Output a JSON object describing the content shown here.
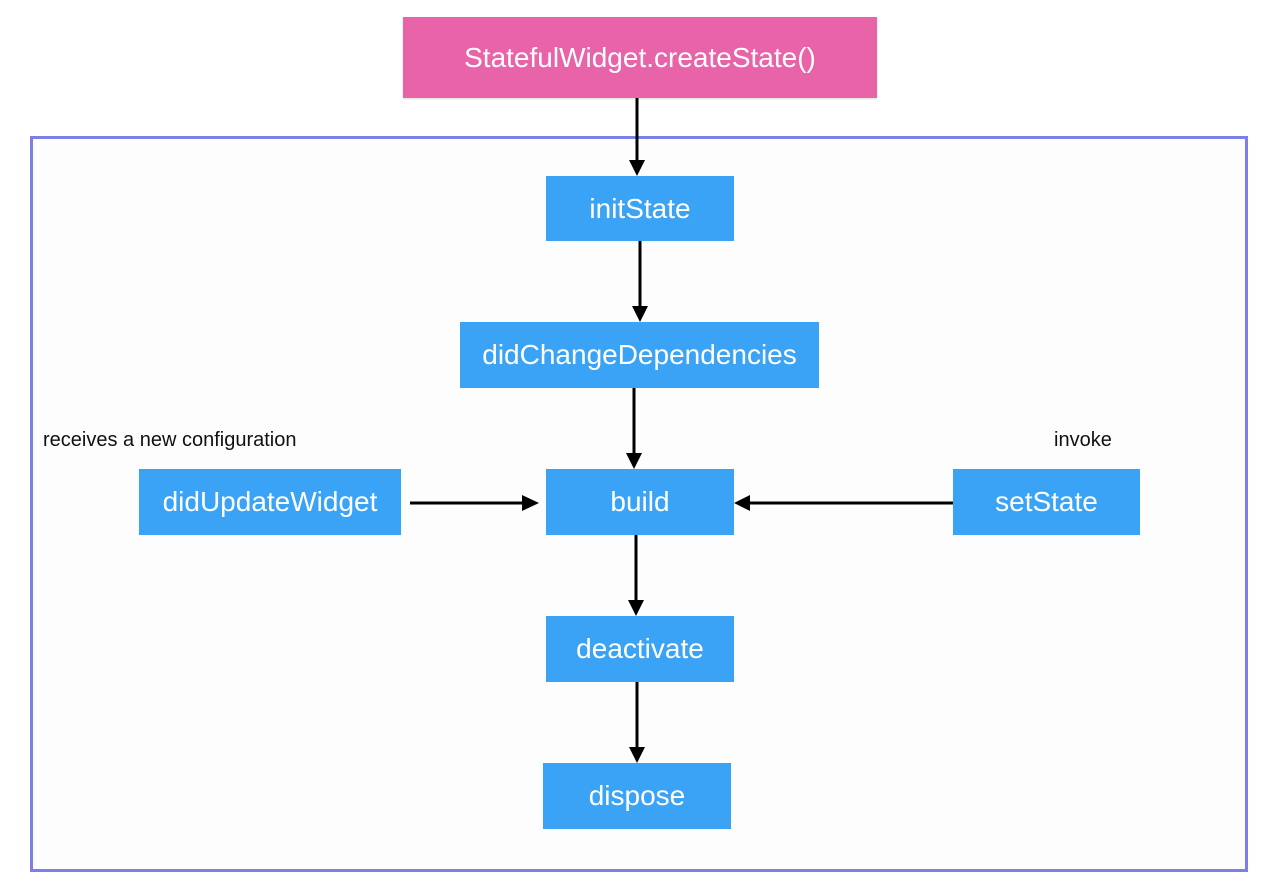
{
  "diagram": {
    "entry": {
      "label": "StatefulWidget.createState()",
      "color": "#e963a8"
    },
    "nodes": {
      "init_state": "initState",
      "did_change_dependencies": "didChangeDependencies",
      "build": "build",
      "did_update_widget": "didUpdateWidget",
      "set_state": "setState",
      "deactivate": "deactivate",
      "dispose": "dispose"
    },
    "annotations": {
      "did_update_widget_note": "receives a new configuration",
      "set_state_note": "invoke"
    },
    "colors": {
      "node_fill": "#3aa3f5",
      "entry_fill": "#e963a8",
      "frame_border": "#7b7fe8",
      "arrow": "#000000"
    }
  }
}
